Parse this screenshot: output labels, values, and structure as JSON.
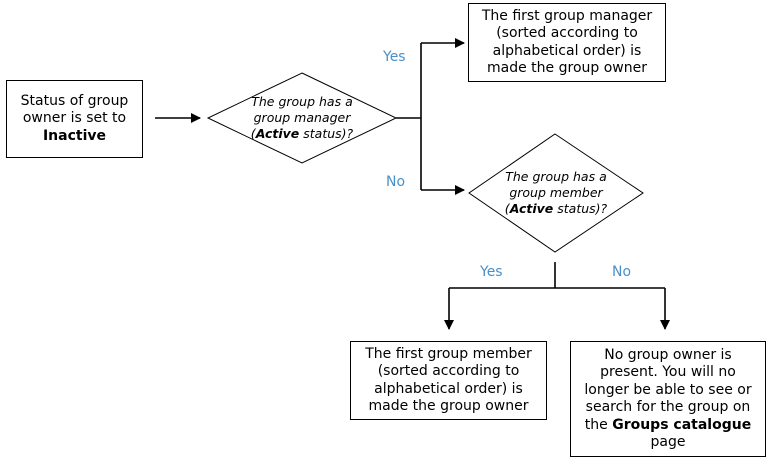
{
  "nodes": {
    "start": {
      "line1": "Status of group",
      "line2": "owner is set to",
      "line3": "Inactive"
    },
    "decision_manager": {
      "line1": "The group has a",
      "line2": "group manager",
      "line3_pre": "(",
      "line3_bold": "Active",
      "line3_post": " status)?"
    },
    "manager_owner": {
      "line1": "The first group manager",
      "line2": "(sorted according to",
      "line3": "alphabetical order) is",
      "line4": "made the group owner"
    },
    "decision_member": {
      "line1": "The group has a",
      "line2": "group member",
      "line3_pre": "(",
      "line3_bold": "Active",
      "line3_post": " status)?"
    },
    "member_owner": {
      "line1": "The first group member",
      "line2": "(sorted according to",
      "line3": "alphabetical order) is",
      "line4": "made the group owner"
    },
    "no_owner": {
      "line1": "No group owner is",
      "line2": "present. You will no",
      "line3": "longer be able to see or",
      "line4": "search for the group on",
      "line5_pre": "the ",
      "line5_bold": "Groups catalogue",
      "line6": "page"
    }
  },
  "edge_labels": {
    "manager_yes": "Yes",
    "manager_no": "No",
    "member_yes": "Yes",
    "member_no": "No"
  },
  "colors": {
    "edge_label": "#4a90c8",
    "line": "#000000"
  }
}
